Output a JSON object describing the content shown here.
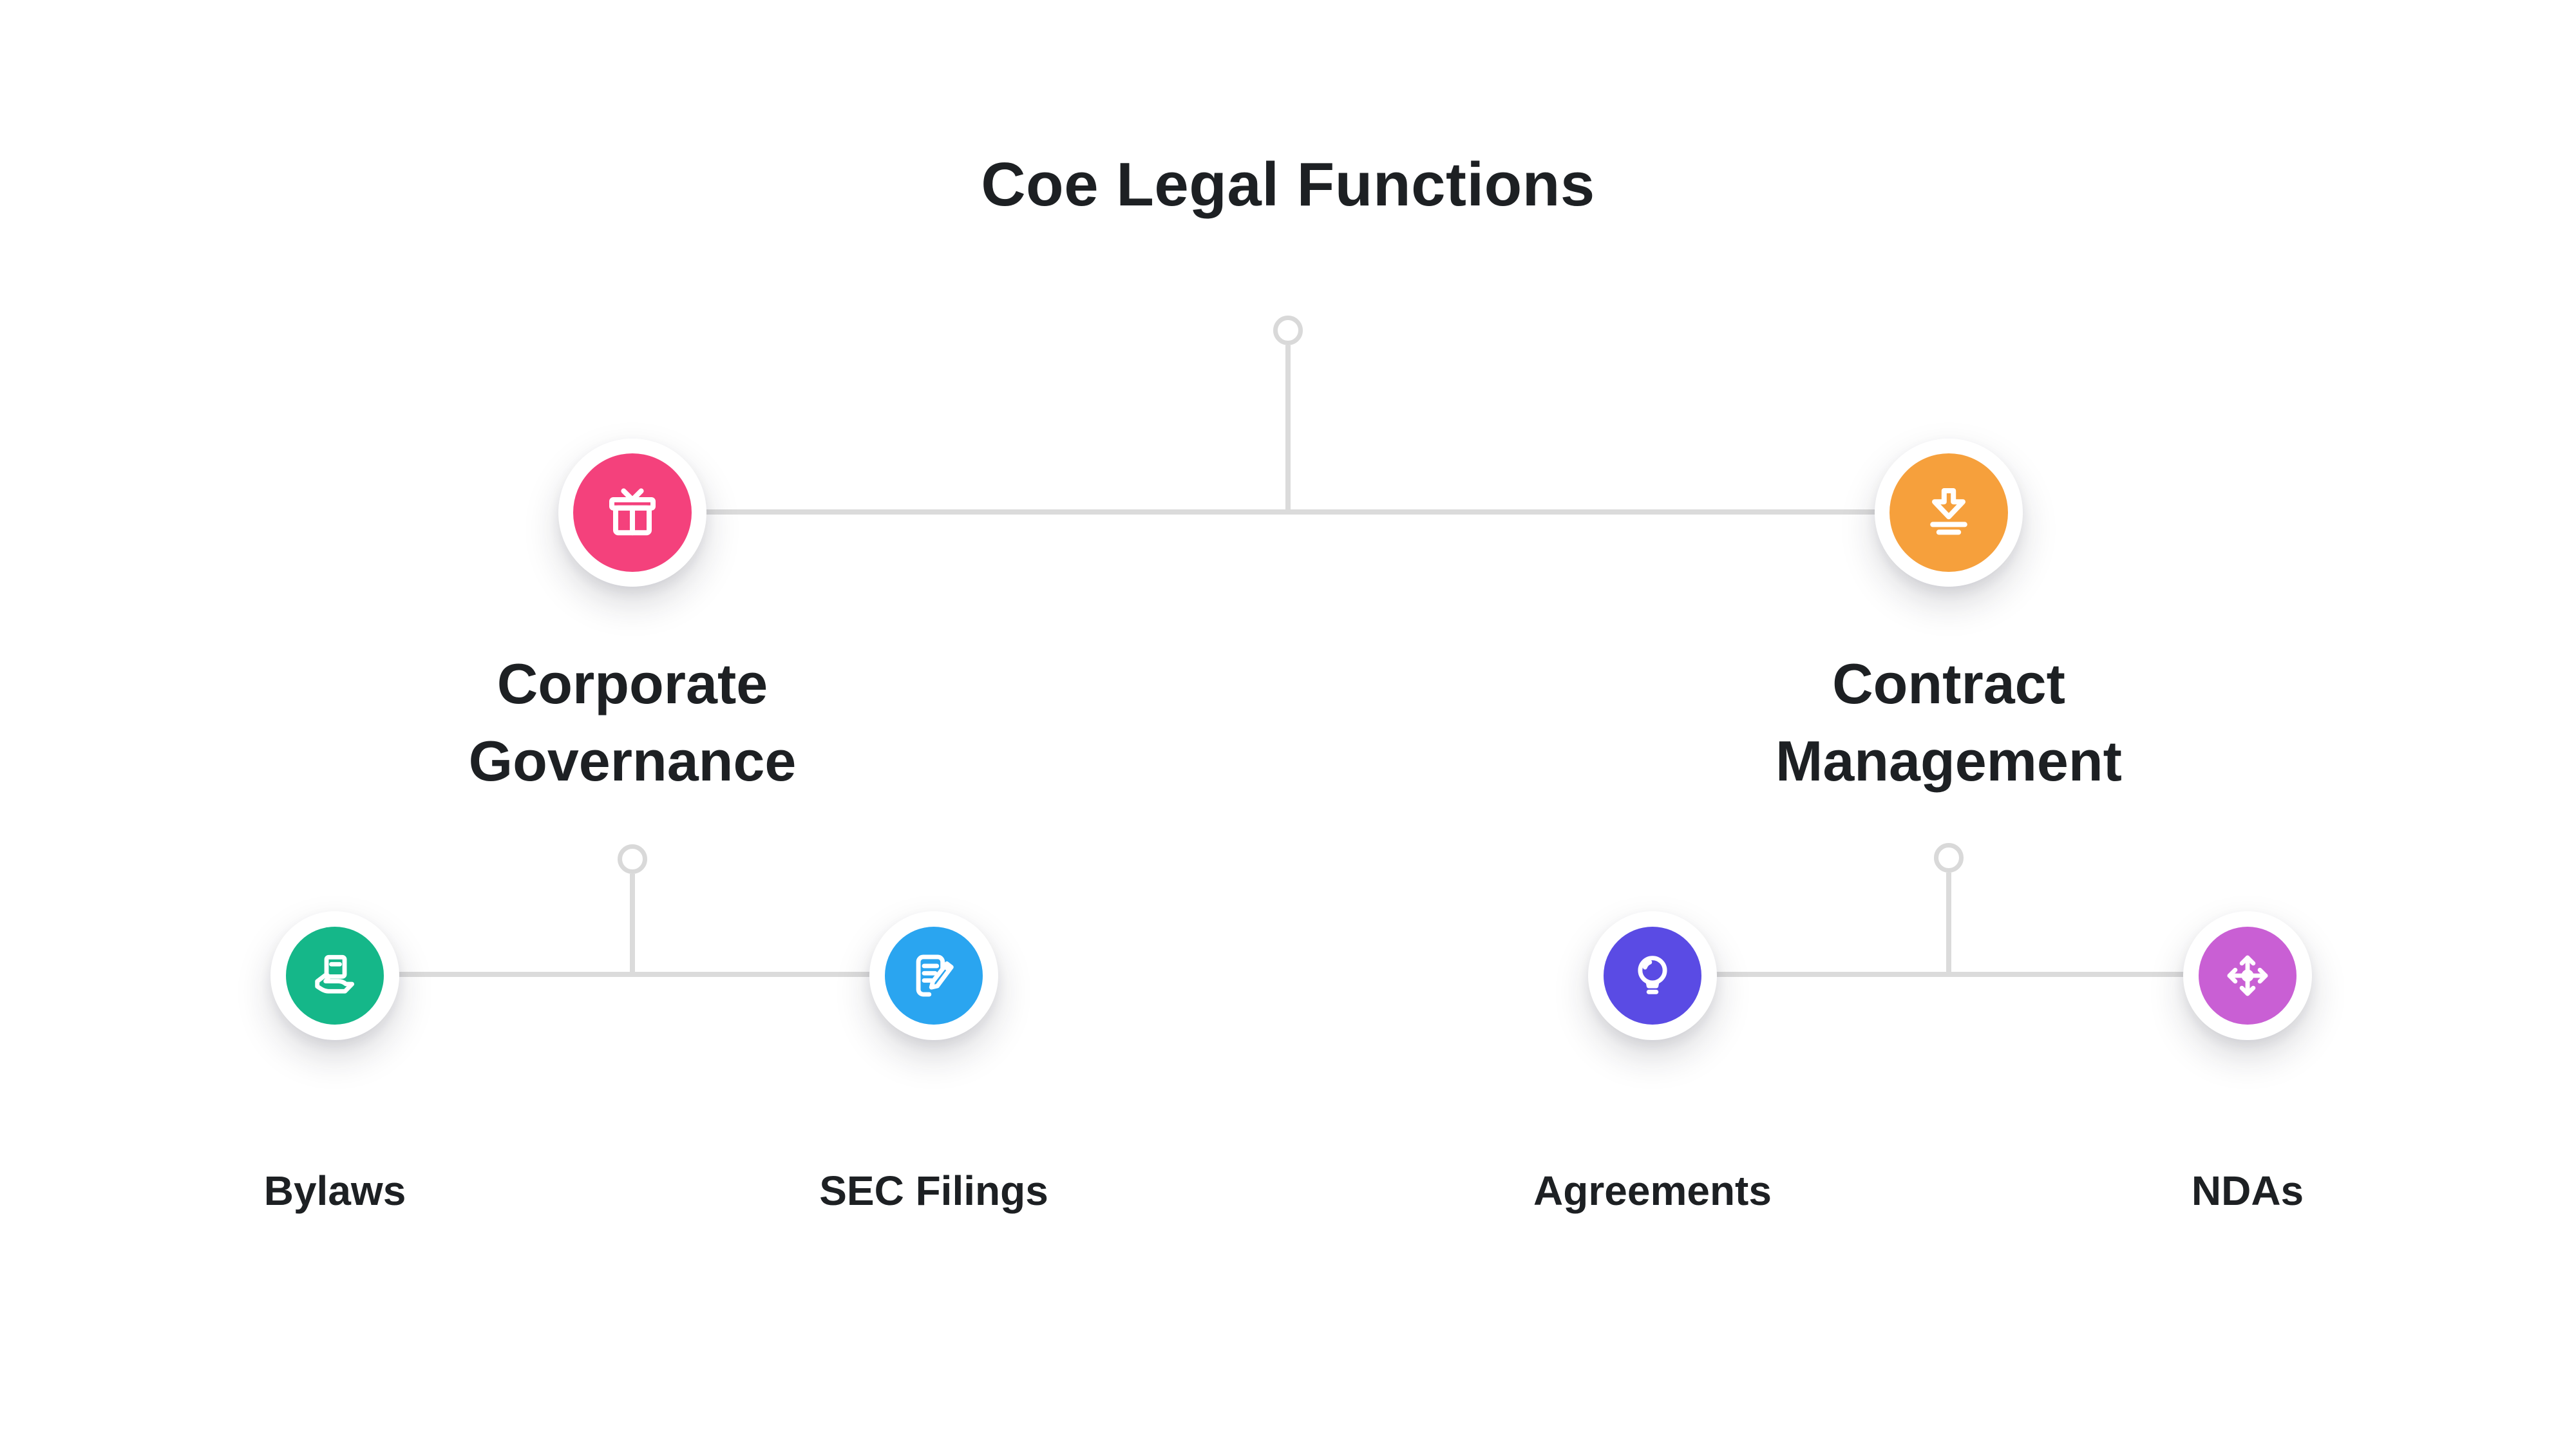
{
  "title": "Coe Legal Functions",
  "colors": {
    "background": "#ffffff",
    "text": "#1d2023",
    "connector_line": "#dbdbdb",
    "icon_glyph": "#ffffff"
  },
  "tree": {
    "branches": [
      {
        "id": "corporate-governance",
        "label": "Corporate Governance",
        "label_lines": [
          "Corporate",
          "Governance"
        ],
        "icon": "gift-icon",
        "color": "#f4417c",
        "children": [
          {
            "id": "bylaws",
            "label": "Bylaws",
            "icon": "hand-document-icon",
            "color": "#15b789"
          },
          {
            "id": "sec-filings",
            "label": "SEC Filings",
            "icon": "edit-document-icon",
            "color": "#2aa5f0"
          }
        ]
      },
      {
        "id": "contract-management",
        "label": "Contract Management",
        "label_lines": [
          "Contract",
          "Management"
        ],
        "icon": "download-icon",
        "color": "#f6a03c",
        "children": [
          {
            "id": "agreements",
            "label": "Agreements",
            "icon": "lightbulb-icon",
            "color": "#5a4be4"
          },
          {
            "id": "ndas",
            "label": "NDAs",
            "icon": "move-arrows-icon",
            "color": "#c95fd4"
          }
        ]
      }
    ]
  }
}
